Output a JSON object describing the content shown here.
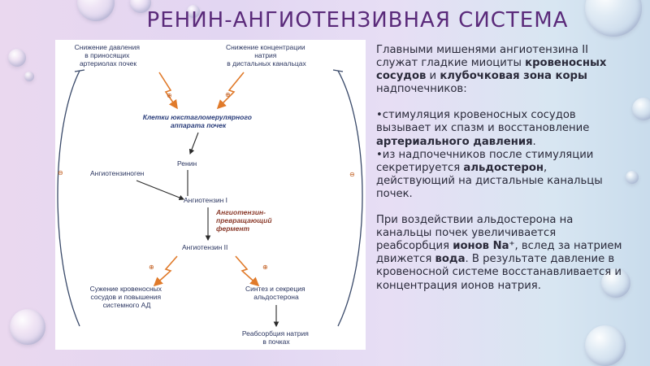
{
  "slide": {
    "title": "РЕНИН-АНГИОТЕНЗИВНАЯ СИСТЕМА"
  },
  "diagram": {
    "box_top_left": [
      "Снижение давления",
      "в приносящих",
      "артериолах почек"
    ],
    "box_top_right": [
      "Снижение концентрации",
      "натрия",
      "в дистальных канальцах"
    ],
    "plus_sign": "⊕",
    "minus_sign": "⊖",
    "jga_cells": [
      "Клетки юкстагломерулярного",
      "аппарата почек"
    ],
    "renin": "Ренин",
    "angiotensinogen": "Ангиотензиноген",
    "angiotensin_1": "Ангиотензин I",
    "ace": [
      "Ангиотензин-",
      "превращающий",
      "фермент"
    ],
    "angiotensin_2": "Ангиотензин II",
    "vasoconstriction": [
      "Сужение кровеносных",
      "сосудов и повышения",
      "системного АД"
    ],
    "aldosterone": [
      "Синтез и секреция",
      "альдостерона"
    ],
    "sodium_reabsorption": [
      "Реабсорбция натрия",
      "в почках"
    ]
  },
  "text": {
    "p1_a": "Главными мишенями ангиотензина II служат гладкие миоциты ",
    "p1_b": "кровеносных сосудов",
    "p1_c": " и ",
    "p1_d": "клубочковая зона коры",
    "p1_e": " надпочечников:",
    "p2_a": "•стимуляция кровеносных сосудов вызывает их спазм и восстановление ",
    "p2_b": "артериального давления",
    "p2_c": ".",
    "p3_a": "•из надпочечников после стимуляции секретируется ",
    "p3_b": "альдостерон",
    "p3_c": ", действующий на дистальные канальцы почек.",
    "p4_a": "При воздействии альдостерона на канальцы почек увеличивается реабсорбция ",
    "p4_b": "ионов Na⁺",
    "p4_c": ", вслед за натрием движется ",
    "p4_d": "вода",
    "p4_e": ". В результате давление в кровеносной системе восстанавливается и концентрация ионов натрия."
  }
}
